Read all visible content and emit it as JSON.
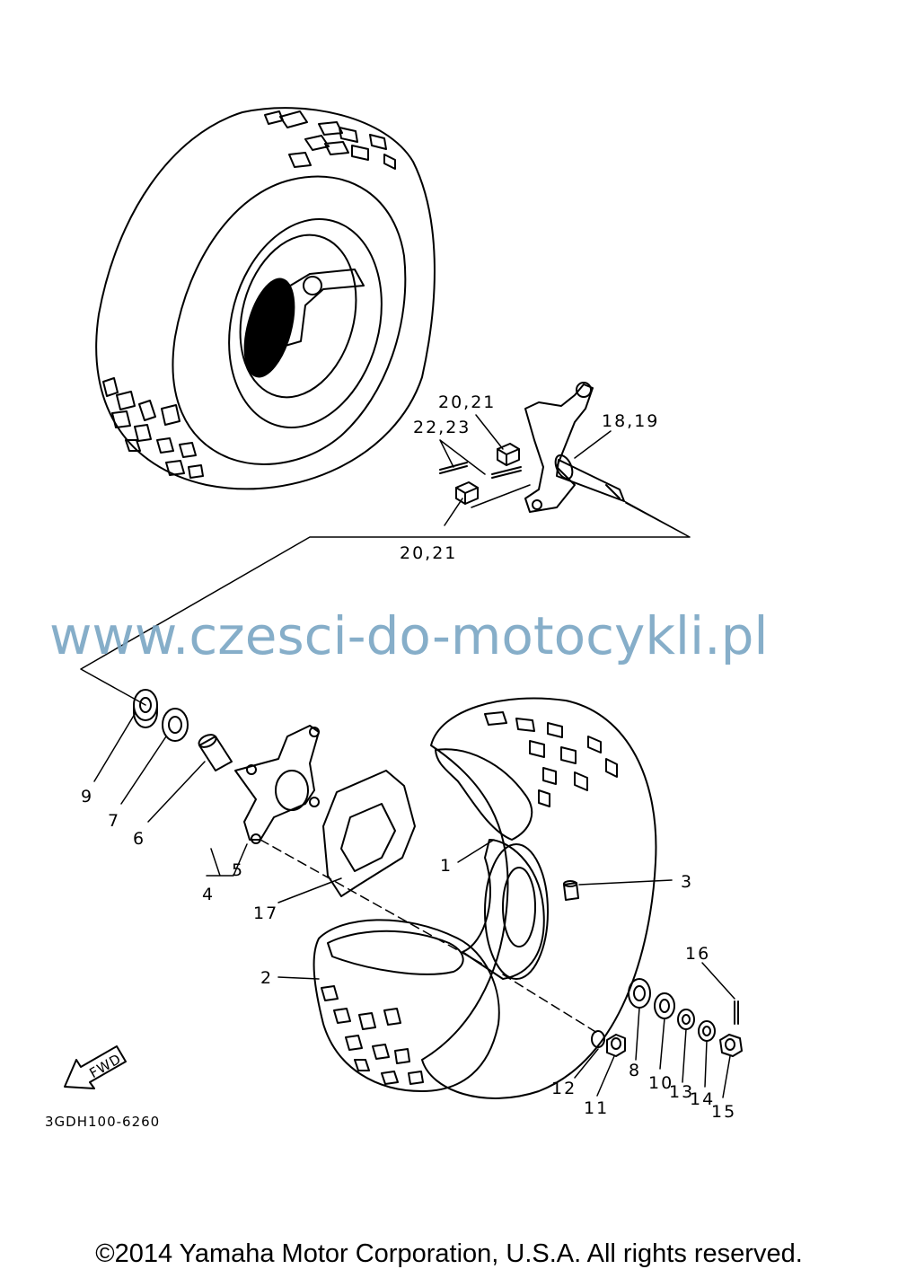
{
  "callouts": {
    "c1": "1",
    "c2": "2",
    "c3": "3",
    "c4": "4",
    "c5": "5",
    "c6": "6",
    "c7": "7",
    "c8": "8",
    "c9": "9",
    "c10": "10",
    "c11": "11",
    "c12": "12",
    "c13": "13",
    "c14": "14",
    "c15": "15",
    "c16": "16",
    "c17": "17",
    "c18_19": "18,19",
    "c20_21_top": "20,21",
    "c20_21_bottom": "20,21",
    "c22_23": "22,23"
  },
  "fwd_label": "FWD",
  "drawing_code": "3GDH100-6260",
  "watermark": "www.czesci-do-motocykli.pl",
  "copyright": "©2014 Yamaha Motor Corporation, U.S.A. All rights reserved."
}
